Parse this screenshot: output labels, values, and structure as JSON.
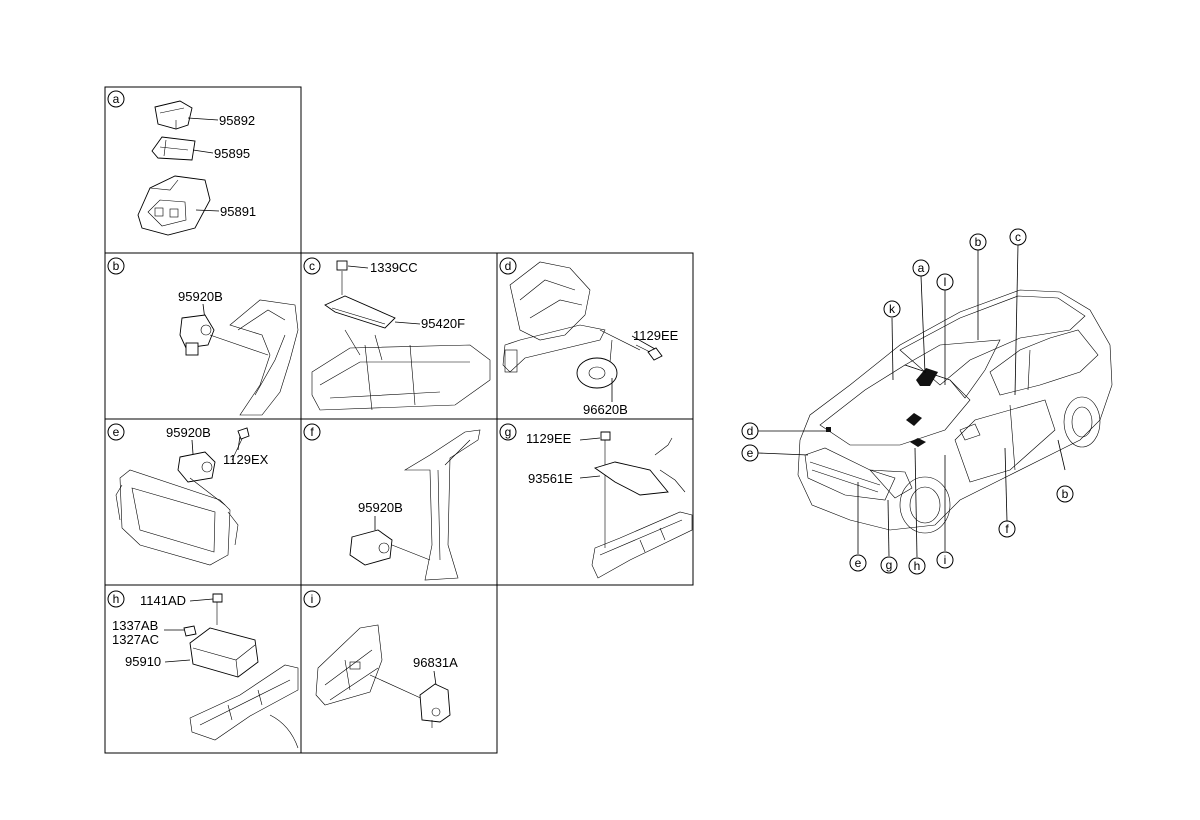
{
  "panels": [
    {
      "id": "a",
      "parts": [
        "95892",
        "95895",
        "95891"
      ]
    },
    {
      "id": "b",
      "parts": [
        "95920B"
      ]
    },
    {
      "id": "c",
      "parts": [
        "1339CC",
        "95420F"
      ]
    },
    {
      "id": "d",
      "parts": [
        "1129EE",
        "96620B"
      ]
    },
    {
      "id": "e",
      "parts": [
        "95920B",
        "1129EX"
      ]
    },
    {
      "id": "f",
      "parts": [
        "95920B"
      ]
    },
    {
      "id": "g",
      "parts": [
        "1129EE",
        "93561E"
      ]
    },
    {
      "id": "h",
      "parts": [
        "1141AD",
        "1337AB",
        "1327AC",
        "95910"
      ]
    },
    {
      "id": "i",
      "parts": [
        "96831A"
      ]
    }
  ],
  "vehicle_callouts": [
    "a",
    "b",
    "c",
    "d",
    "e",
    "f",
    "b",
    "e",
    "g",
    "h",
    "i",
    "k",
    "l"
  ]
}
